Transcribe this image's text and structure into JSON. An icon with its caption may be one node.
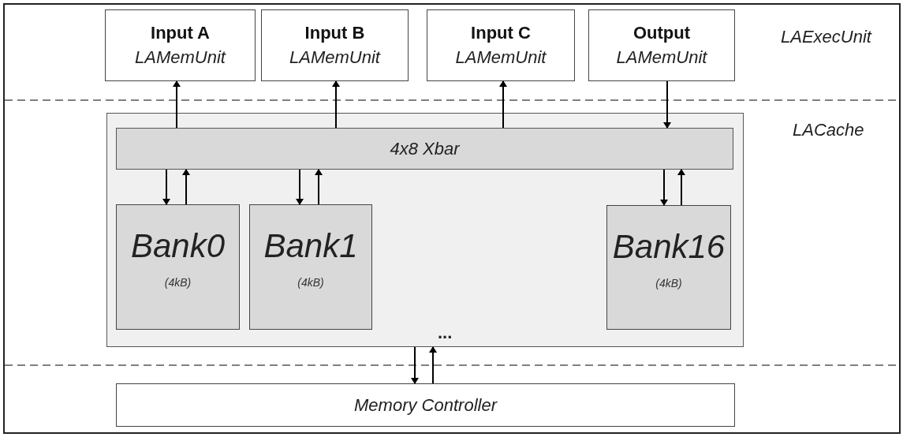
{
  "diagram": {
    "nodes": [
      {
        "text": [
          "Input A",
          "LAMemUnit"
        ]
      },
      {
        "text": [
          "Input B",
          "LAMemUnit"
        ]
      },
      {
        "text": [
          "Input C",
          "LAMemUnit"
        ]
      },
      {
        "text": [
          "Output",
          "LAMemUnit"
        ]
      },
      {
        "text": [],
        "shape": "box"
      },
      {
        "text": [
          "4x8 Xbar"
        ],
        "in": 4
      },
      {
        "text": [
          "Bank0",
          "(4kB)"
        ],
        "in": 4
      },
      {
        "text": [
          "Bank1",
          "(4kB)"
        ],
        "in": 4
      },
      {
        "text": [
          "Bank16",
          "(4kB)"
        ],
        "in": 4
      },
      {
        "text": [
          "Memory Controller"
        ]
      }
    ],
    "edges": [
      {
        "from": 5,
        "to": 0,
        "arrow": "to"
      },
      {
        "from": 5,
        "to": 1,
        "arrow": "to"
      },
      {
        "from": 5,
        "to": 2,
        "arrow": "to"
      },
      {
        "from": 3,
        "to": 5,
        "arrow": "to"
      },
      {
        "from": 5,
        "to": 6,
        "arrow": "to"
      },
      {
        "from": 6,
        "to": 5,
        "arrow": "to"
      },
      {
        "from": 5,
        "to": 7,
        "arrow": "to"
      },
      {
        "from": 7,
        "to": 5,
        "arrow": "to"
      },
      {
        "from": 5,
        "to": 8,
        "arrow": "to"
      },
      {
        "from": 8,
        "to": 5,
        "arrow": "to"
      },
      {
        "from": 4,
        "to": 9,
        "arrow": "to"
      },
      {
        "from": 9,
        "to": 4,
        "arrow": "to"
      }
    ],
    "labels": [
      "LAExecUnit",
      "LACache",
      "..."
    ]
  }
}
